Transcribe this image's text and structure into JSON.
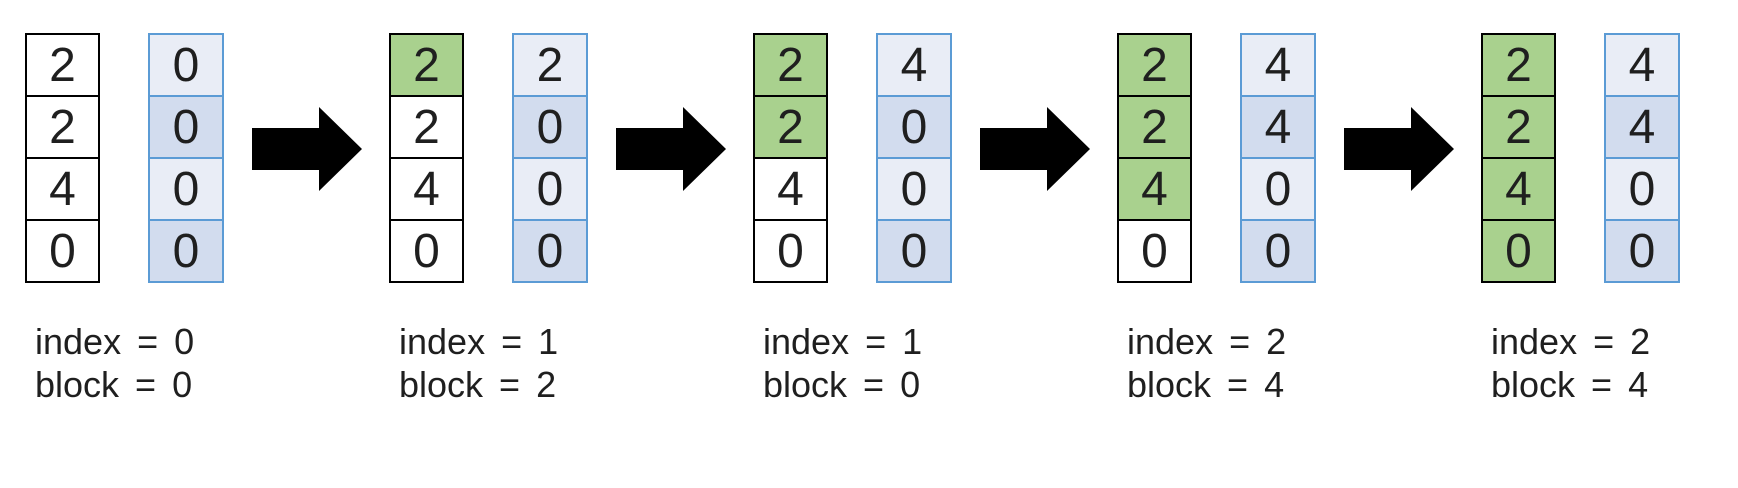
{
  "diagram": {
    "description": "five-stage array block scan visualization",
    "colors": {
      "highlight": "#a9d18e",
      "aux_light": "#e9edf6",
      "aux_dark": "#d2dcee",
      "aux_border": "#5b9bd5",
      "main_border": "#000000",
      "arrow": "#000000",
      "text": "#1f1f1f",
      "background": "#ffffff"
    },
    "arrow_icon": "right-block-arrow",
    "groups": [
      {
        "main_cells": [
          {
            "value": "2",
            "highlighted": false
          },
          {
            "value": "2",
            "highlighted": false
          },
          {
            "value": "4",
            "highlighted": false
          },
          {
            "value": "0",
            "highlighted": false
          }
        ],
        "aux_cells": [
          {
            "value": "0"
          },
          {
            "value": "0"
          },
          {
            "value": "0"
          },
          {
            "value": "0"
          }
        ],
        "label": {
          "index": "index = 0",
          "block": "block = 0"
        }
      },
      {
        "main_cells": [
          {
            "value": "2",
            "highlighted": true
          },
          {
            "value": "2",
            "highlighted": false
          },
          {
            "value": "4",
            "highlighted": false
          },
          {
            "value": "0",
            "highlighted": false
          }
        ],
        "aux_cells": [
          {
            "value": "2"
          },
          {
            "value": "0"
          },
          {
            "value": "0"
          },
          {
            "value": "0"
          }
        ],
        "label": {
          "index": "index = 1",
          "block": "block = 2"
        }
      },
      {
        "main_cells": [
          {
            "value": "2",
            "highlighted": true
          },
          {
            "value": "2",
            "highlighted": true
          },
          {
            "value": "4",
            "highlighted": false
          },
          {
            "value": "0",
            "highlighted": false
          }
        ],
        "aux_cells": [
          {
            "value": "4"
          },
          {
            "value": "0"
          },
          {
            "value": "0"
          },
          {
            "value": "0"
          }
        ],
        "label": {
          "index": "index = 1",
          "block": "block = 0"
        }
      },
      {
        "main_cells": [
          {
            "value": "2",
            "highlighted": true
          },
          {
            "value": "2",
            "highlighted": true
          },
          {
            "value": "4",
            "highlighted": true
          },
          {
            "value": "0",
            "highlighted": false
          }
        ],
        "aux_cells": [
          {
            "value": "4"
          },
          {
            "value": "4"
          },
          {
            "value": "0"
          },
          {
            "value": "0"
          }
        ],
        "label": {
          "index": "index = 2",
          "block": "block = 4"
        }
      },
      {
        "main_cells": [
          {
            "value": "2",
            "highlighted": true
          },
          {
            "value": "2",
            "highlighted": true
          },
          {
            "value": "4",
            "highlighted": true
          },
          {
            "value": "0",
            "highlighted": true
          }
        ],
        "aux_cells": [
          {
            "value": "4"
          },
          {
            "value": "4"
          },
          {
            "value": "0"
          },
          {
            "value": "0"
          }
        ],
        "label": {
          "index": "index = 2",
          "block": "block = 4"
        }
      }
    ]
  }
}
